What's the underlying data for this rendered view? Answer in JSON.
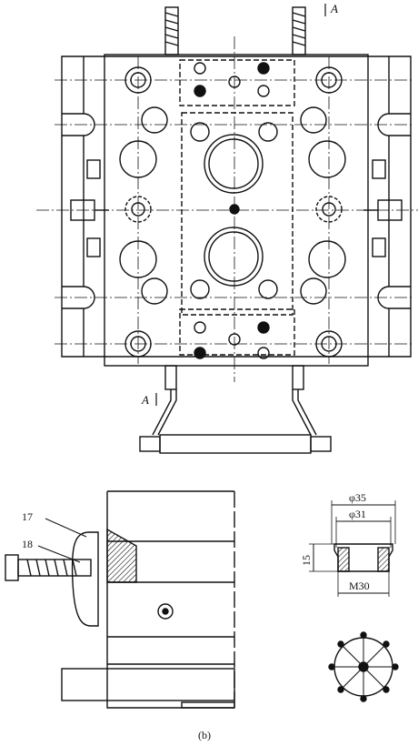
{
  "labels": {
    "section_top": "A",
    "section_bottom": "A",
    "part_17": "17",
    "part_18": "18",
    "dim_outer_dia": "φ35",
    "dim_inner_dia": "φ31",
    "dim_height": "15",
    "dim_thread": "M30",
    "caption": "(b)"
  }
}
